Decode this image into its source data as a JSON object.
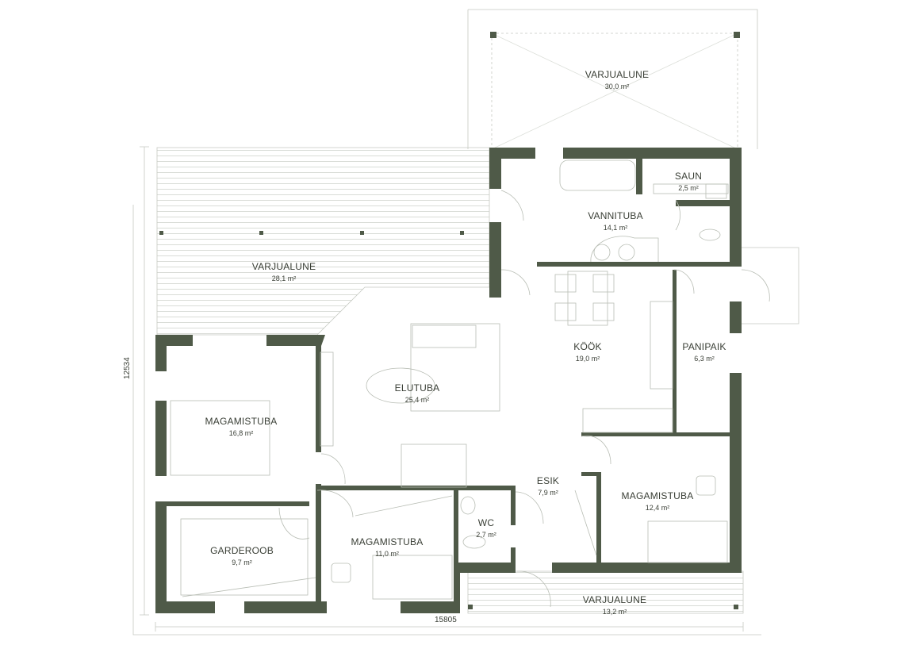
{
  "colors": {
    "wall": "#4f5a48",
    "line": "#b8bdb4",
    "text": "#3a3f36"
  },
  "rooms": [
    {
      "name": "VARJUALUNE",
      "area": "30,0 m²"
    },
    {
      "name": "SAUN",
      "area": "2,5 m²"
    },
    {
      "name": "VANNITUBA",
      "area": "14,1 m²"
    },
    {
      "name": "VARJUALUNE",
      "area": "28,1 m²"
    },
    {
      "name": "KÖÖK",
      "area": "19,0 m²"
    },
    {
      "name": "PANIPAIK",
      "area": "6,3 m²"
    },
    {
      "name": "ELUTUBA",
      "area": "25,4 m²"
    },
    {
      "name": "MAGAMISTUBA",
      "area": "16,8 m²"
    },
    {
      "name": "ESIK",
      "area": "7,9 m²"
    },
    {
      "name": "MAGAMISTUBA",
      "area": "12,4 m²"
    },
    {
      "name": "WC",
      "area": "2,7 m²"
    },
    {
      "name": "GARDEROOB",
      "area": "9,7 m²"
    },
    {
      "name": "MAGAMISTUBA",
      "area": "11,0 m²"
    },
    {
      "name": "VARJUALUNE",
      "area": "13,2 m²"
    }
  ],
  "dimensions": {
    "height": "12534",
    "width": "15805"
  }
}
